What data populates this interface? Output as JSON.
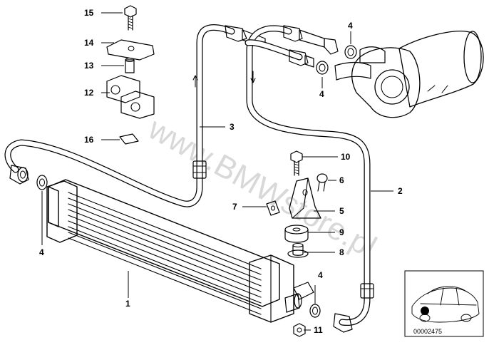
{
  "callouts": {
    "c1": "1",
    "c2": "2",
    "c3": "3",
    "c4a": "4",
    "c4b": "4",
    "c4c": "4",
    "c4d": "4",
    "c5": "5",
    "c6": "6",
    "c7": "7",
    "c8": "8",
    "c9": "9",
    "c10": "10",
    "c11": "11",
    "c12": "12",
    "c13": "13",
    "c14": "14",
    "c15": "15",
    "c16": "16"
  },
  "watermark": "www.BMWstore.pl",
  "inset": {
    "reference_number": "00002475"
  }
}
